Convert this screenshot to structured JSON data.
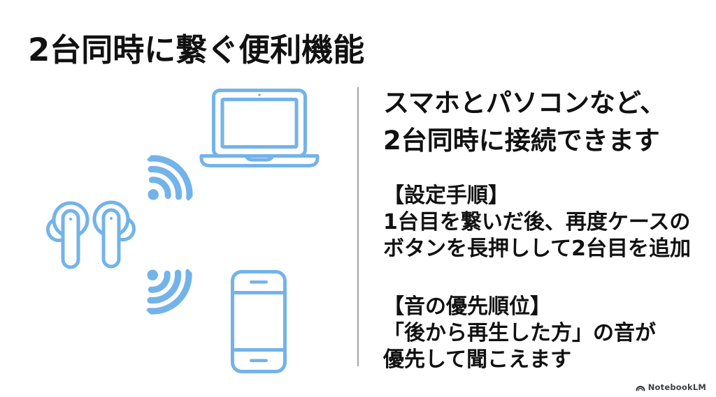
{
  "slide": {
    "title": "2台同時に繋ぐ便利機能",
    "heading": {
      "line1": "スマホとパソコンなど、",
      "line2": "2台同時に接続できます"
    },
    "sections": [
      {
        "label": "【設定手順】",
        "lines": [
          "1台目を繋いだ後、再度ケースの",
          "ボタンを長押しして2台目を追加"
        ]
      },
      {
        "label": "【音の優先順位】",
        "lines": [
          "「後から再生した方」の音が",
          "優先して聞こえます"
        ]
      }
    ],
    "illustration": {
      "icons": [
        "earbuds-icon",
        "wifi-signal-up-icon",
        "wifi-signal-down-icon",
        "laptop-icon",
        "smartphone-icon"
      ]
    },
    "watermark": {
      "logo_icon": "notebooklm-logo-icon",
      "text": "NotebookLM"
    },
    "colors": {
      "background": "#FFFFFF",
      "illustration_blue": "#73B3EA",
      "divider_gray": "#A3A3A3",
      "text_black": "#111111",
      "watermark_gray": "#3C4043"
    }
  }
}
